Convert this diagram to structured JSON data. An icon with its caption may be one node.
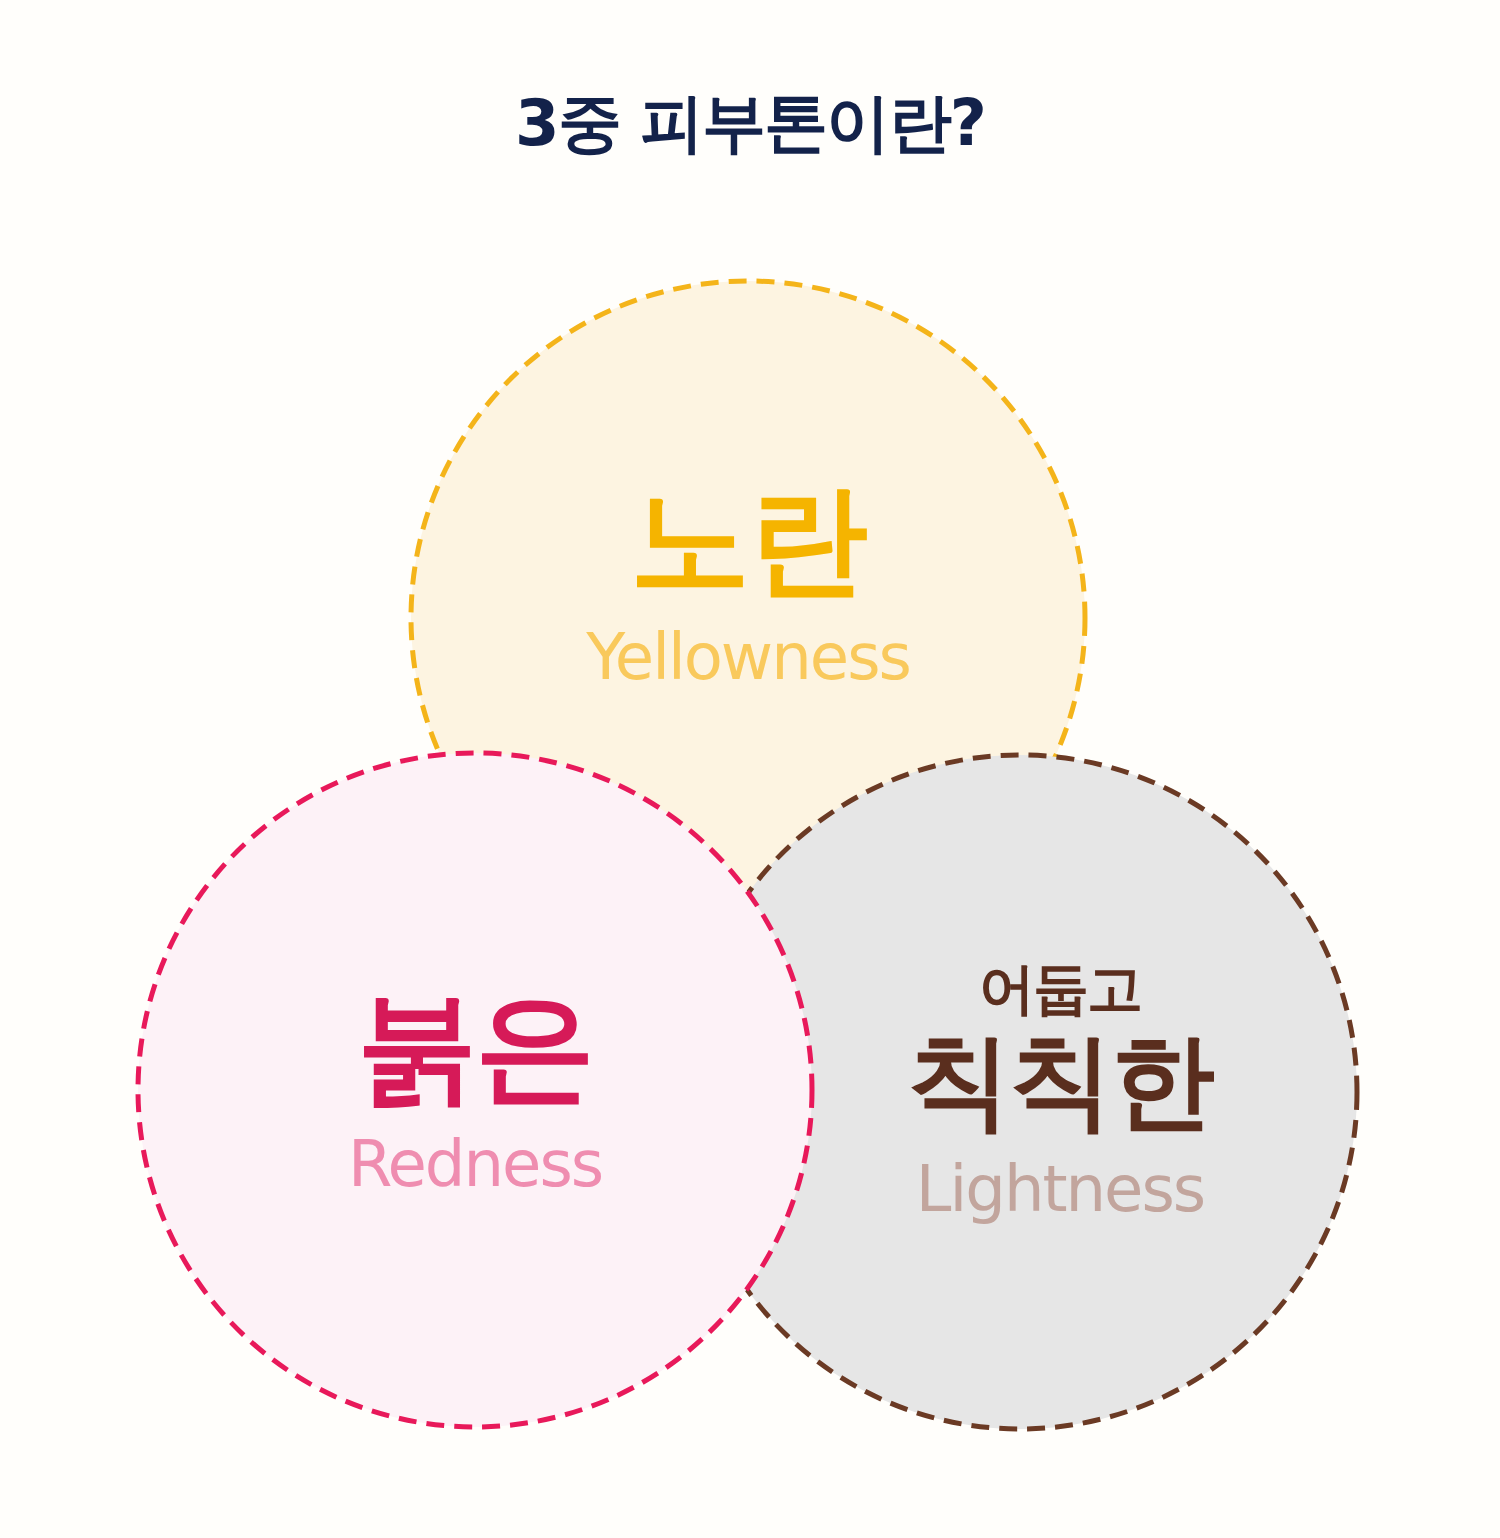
{
  "diagram": {
    "title": "3중 피부톤이란?",
    "nodes": [
      {
        "text": [
          "노란",
          "Yellowness"
        ]
      },
      {
        "text": [
          "붉은",
          "Redness"
        ]
      },
      {
        "text": [
          "어둡고",
          "칙칙한",
          "Lightness"
        ]
      }
    ],
    "edges": []
  }
}
